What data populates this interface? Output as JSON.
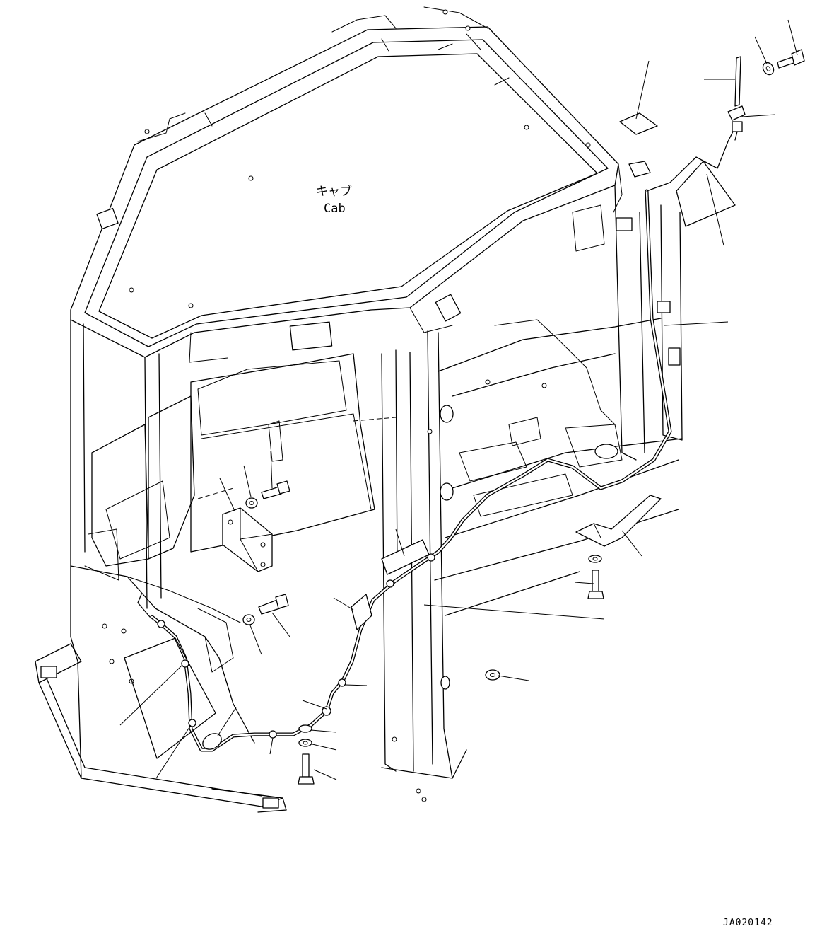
{
  "drawing": {
    "cab_label_jp": "キャブ",
    "cab_label_en": "Cab",
    "drawing_code": "JA020142"
  }
}
